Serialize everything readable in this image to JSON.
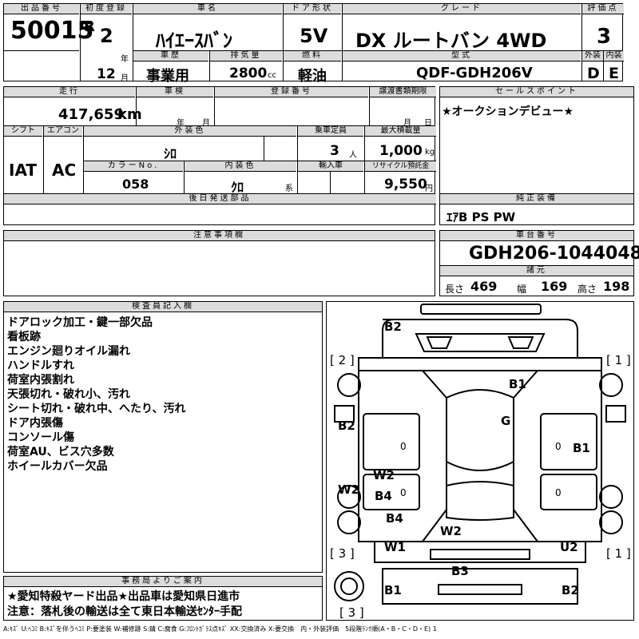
{
  "header": {
    "lot_label": "出品番号",
    "lot_number": "50015",
    "first_reg_label": "初度登録",
    "era": "R",
    "year": "2",
    "year_unit": "年",
    "month": "12",
    "month_unit": "月",
    "car_name_label": "車名",
    "car_name": "ﾊｲｴｰｽﾊﾞﾝ",
    "door_label": "ドア形状",
    "door": "5V",
    "grade_label": "グレード",
    "grade": "DX ルートバン 4WD",
    "score_label": "評価点",
    "score": "3",
    "history_label": "車歴",
    "history": "事業用",
    "displacement_label": "排気量",
    "displacement": "2800",
    "displacement_unit": "cc",
    "fuel_label": "燃料",
    "fuel": "軽油",
    "model_label": "型式",
    "model": "QDF-GDH206V",
    "exterior_label": "外装",
    "interior_label": "内装",
    "exterior_grade": "D",
    "interior_grade": "E"
  },
  "details": {
    "mileage_label": "走行",
    "mileage": "417,659",
    "mileage_unit": "km",
    "inspection_label": "車検",
    "inspection_year_unit": "年",
    "inspection_month_unit": "月",
    "reg_no_label": "登録番号",
    "transfer_label": "譲渡書類期限",
    "transfer_month_unit": "月",
    "transfer_day_unit": "日",
    "shift_label": "シフト",
    "shift": "IAT",
    "ac_label": "エアコン",
    "ac": "AC",
    "ext_color_label": "外装色",
    "ext_color": "ｼﾛ",
    "capacity_label": "乗車定員",
    "capacity": "3",
    "capacity_unit": "人",
    "max_load_label": "最大積載量",
    "max_load": "1,000",
    "max_load_unit": "kg",
    "color_no_label": "カラーNo.",
    "color_no": "058",
    "int_color_label": "内装色",
    "int_color": "ｸﾛ",
    "int_color_unit": "系",
    "import_label": "輸入車",
    "recycle_label": "リサイクル預託金",
    "recycle": "9,550",
    "recycle_unit": "円",
    "parts_label": "後日発送部品",
    "notes_label": "注意事項欄"
  },
  "sales": {
    "label": "セールスポイント",
    "text": "★オークションデビュー★",
    "equipment_label": "純正装備",
    "equipment": "ｴｱB PS PW",
    "chassis_label": "車台番号",
    "chassis": "GDH206-1044048",
    "dims_label": "諸元",
    "length_label": "長さ",
    "length": "469",
    "width_label": "幅",
    "width": "169",
    "height_label": "高さ",
    "height": "198"
  },
  "inspector": {
    "label": "検査員記入欄",
    "lines": [
      "ドアロック加工・鍵一部欠品",
      "看板跡",
      "エンジン廻りオイル漏れ",
      "ハンドルすれ",
      "荷室内張割れ",
      "天張切れ・破れ小、汚れ",
      "シート切れ・破れ中、へたり、汚れ",
      "ドア内張傷",
      "コンソール傷",
      "荷室AU、ビス穴多数",
      "ホイールカバー欠品"
    ]
  },
  "office": {
    "label": "事務局よりご案内",
    "line1": "★愛知特殺ヤード出品★出品車は愛知県日進市",
    "line2": "注意：落札後の輸送は全て東日本輸送ｾﾝﾀｰ手配"
  },
  "diagram": {
    "marks": [
      "B2",
      "B1",
      "G",
      "B2",
      "B1",
      "W2",
      "W2",
      "B4",
      "B4",
      "W2",
      "W1",
      "U2",
      "B3",
      "B1",
      "B2"
    ],
    "brackets": [
      "[ 2 ]",
      "[ 1 ]",
      "[ 3 ]",
      "[ 1 ]",
      "[ 3 ]"
    ],
    "zeros": [
      "0",
      "0",
      "0",
      "0"
    ]
  },
  "legend": "A:ｷｽﾞ U:ﾍｺﾐ B:ｷｽﾞを伴うﾍｺﾐ P:要塗装 W:補修跡 S:錆 C:腐食 G:ﾌﾛﾝﾄｶﾞﾗｽ点ｷｽﾞ XX:交換済み X:要交換　内・外装評価　5段階ﾗﾝｸ順(A・B・C・D・E) 1"
}
